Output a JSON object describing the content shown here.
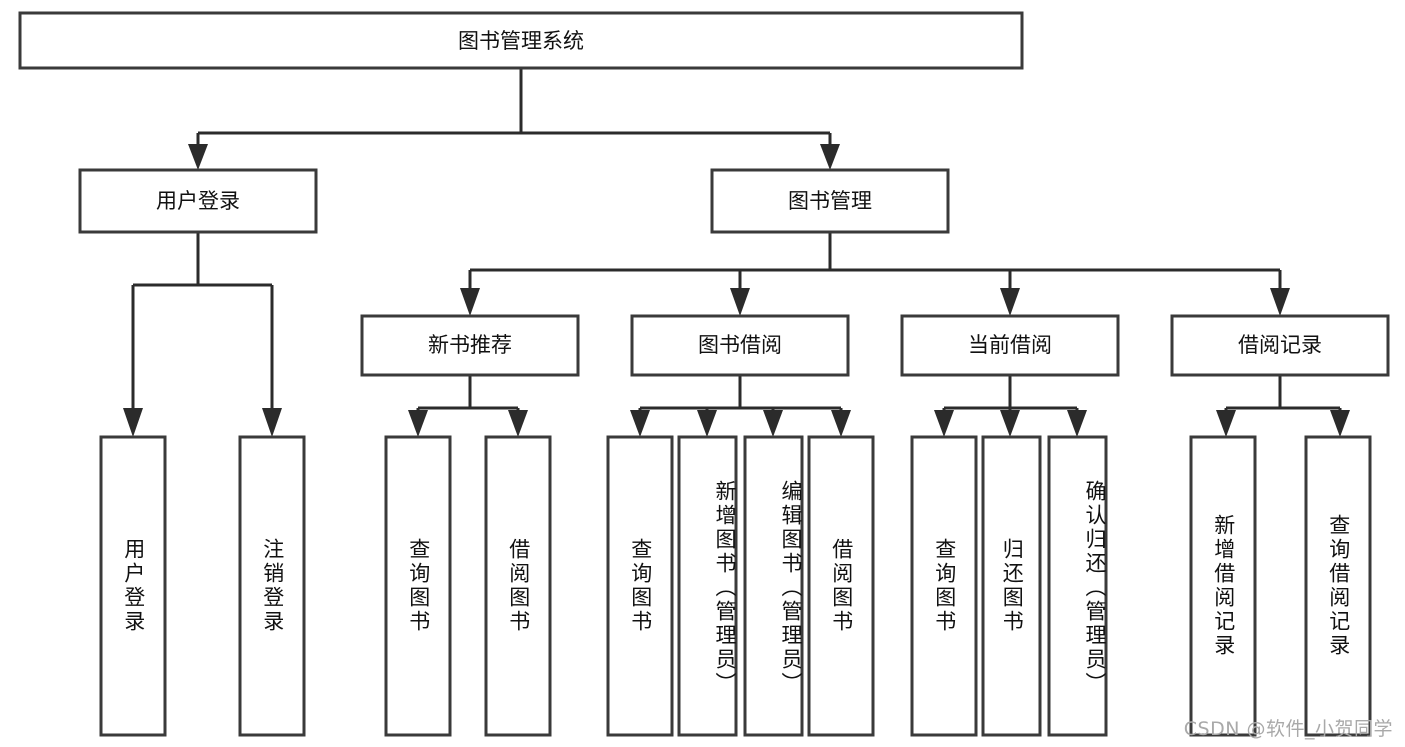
{
  "diagram": {
    "type": "tree-hierarchy-flowchart",
    "root": {
      "id": "root",
      "label": "图书管理系统"
    },
    "level2": [
      {
        "id": "user-login",
        "label": "用户登录"
      },
      {
        "id": "book-management",
        "label": "图书管理"
      }
    ],
    "level3": [
      {
        "id": "new-book-recommend",
        "label": "新书推荐"
      },
      {
        "id": "book-borrow",
        "label": "图书借阅"
      },
      {
        "id": "current-borrow",
        "label": "当前借阅"
      },
      {
        "id": "borrow-record",
        "label": "借阅记录"
      }
    ],
    "leaves": {
      "user_login": [
        {
          "id": "leaf-user-login",
          "label": "用户登录"
        },
        {
          "id": "leaf-user-logout",
          "label": "注销登录"
        }
      ],
      "new_book_recommend": [
        {
          "id": "leaf-query-book-1",
          "label": "查询图书"
        },
        {
          "id": "leaf-borrow-book-1",
          "label": "借阅图书"
        }
      ],
      "book_borrow": [
        {
          "id": "leaf-query-book-2",
          "label": "查询图书"
        },
        {
          "id": "leaf-add-book",
          "label": "新增图书（管理员）"
        },
        {
          "id": "leaf-edit-book",
          "label": "编辑图书（管理员）"
        },
        {
          "id": "leaf-borrow-book-2",
          "label": "借阅图书"
        }
      ],
      "current_borrow": [
        {
          "id": "leaf-query-book-3",
          "label": "查询图书"
        },
        {
          "id": "leaf-return-book",
          "label": "归还图书"
        },
        {
          "id": "leaf-confirm-return",
          "label": "确认归还（管理员）"
        }
      ],
      "borrow_record": [
        {
          "id": "leaf-add-record",
          "label": "新增借阅记录"
        },
        {
          "id": "leaf-query-record",
          "label": "查询借阅记录"
        }
      ]
    },
    "colors": {
      "box_stroke": "#3a3a3a",
      "connector": "#2b2b2b",
      "text": "#111111",
      "background": "#ffffff",
      "watermark": "#a9a9a9"
    }
  },
  "watermark": {
    "text": "CSDN @软件_小贺同学"
  }
}
